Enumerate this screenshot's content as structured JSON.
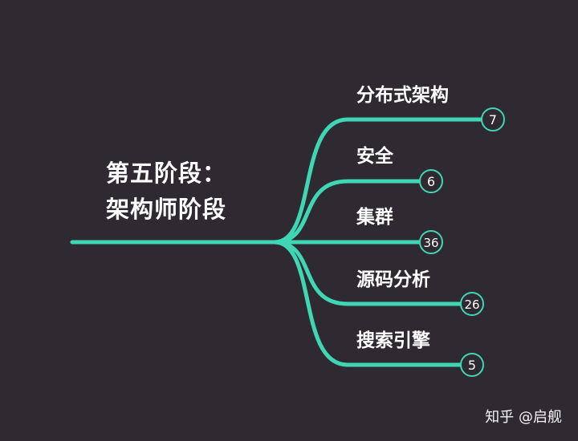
{
  "root": {
    "line1": "第五阶段：",
    "line2": "架构师阶段"
  },
  "branches": [
    {
      "label": "分布式架构",
      "count": "7"
    },
    {
      "label": "安全",
      "count": "6"
    },
    {
      "label": "集群",
      "count": "36"
    },
    {
      "label": "源码分析",
      "count": "26"
    },
    {
      "label": "搜索引擎",
      "count": "5"
    }
  ],
  "watermark": "知乎 @启舰",
  "colors": {
    "background": "#2f2a31",
    "branch": "#3fd6b4",
    "text": "#ffffff"
  }
}
